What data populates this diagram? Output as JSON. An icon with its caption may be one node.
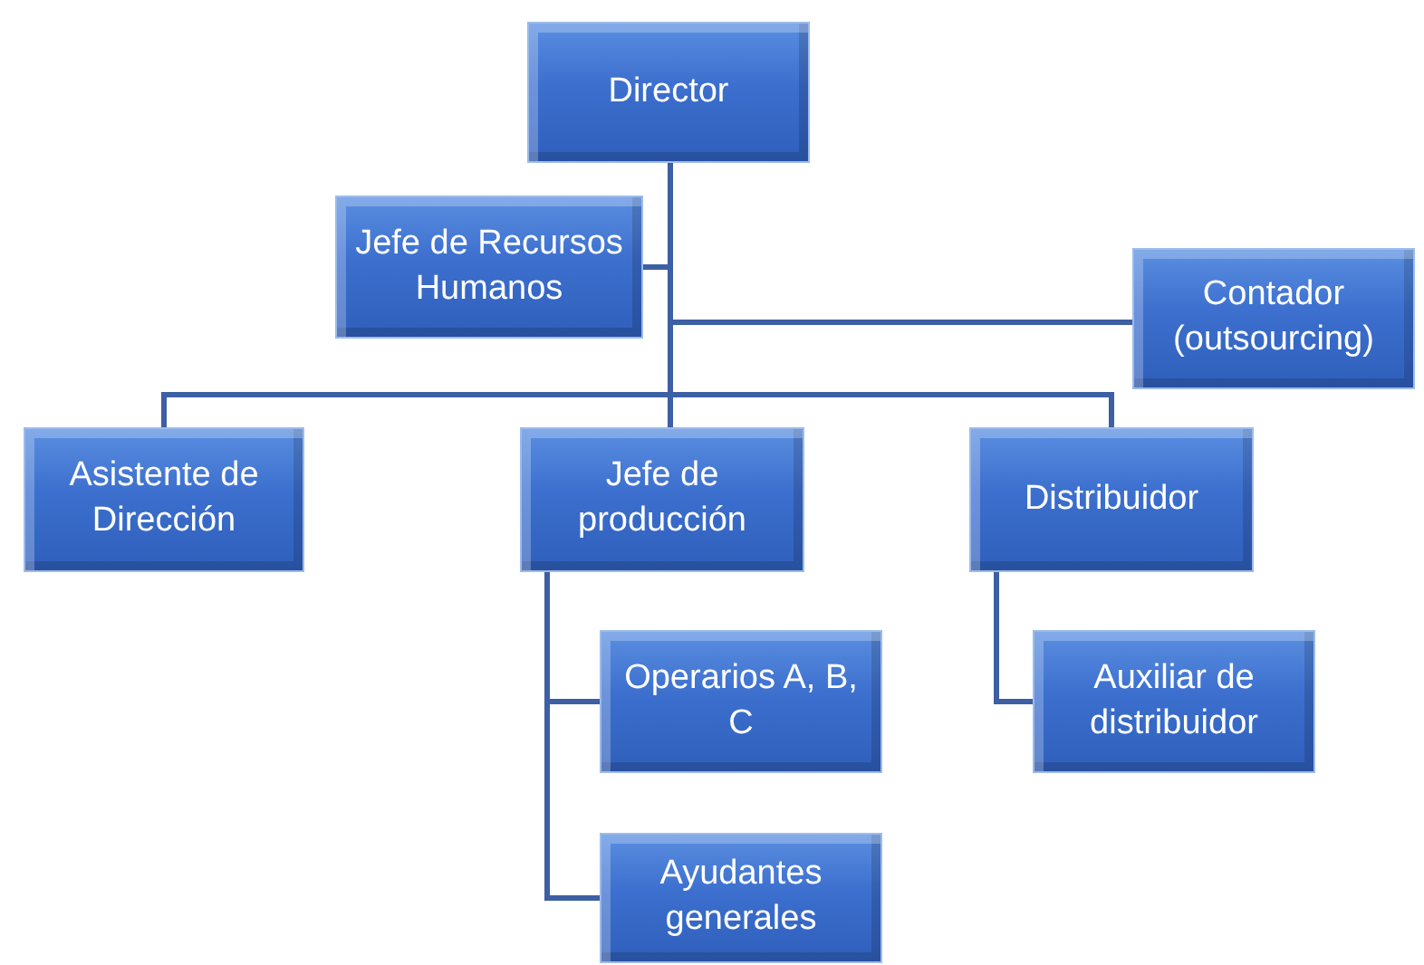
{
  "diagram": {
    "nodes": [
      {
        "text": [
          "Director"
        ]
      },
      {
        "text": [
          "Jefe de Recursos Humanos"
        ]
      },
      {
        "text": [
          "Contador (outsourcing)"
        ]
      },
      {
        "text": [
          "Asistente de Dirección"
        ]
      },
      {
        "text": [
          "Jefe de producción"
        ]
      },
      {
        "text": [
          "Distribuidor"
        ]
      },
      {
        "text": [
          "Operarios A, B, C"
        ]
      },
      {
        "text": [
          "Ayudantes generales"
        ]
      },
      {
        "text": [
          "Auxiliar de distribuidor"
        ]
      }
    ],
    "edges": [
      {
        "from": 0,
        "to": 1,
        "arrow": "none"
      },
      {
        "from": 0,
        "to": 2,
        "arrow": "none"
      },
      {
        "from": 0,
        "to": 3,
        "arrow": "none"
      },
      {
        "from": 0,
        "to": 4,
        "arrow": "none"
      },
      {
        "from": 0,
        "to": 5,
        "arrow": "none"
      },
      {
        "from": 4,
        "to": 6,
        "arrow": "none"
      },
      {
        "from": 4,
        "to": 7,
        "arrow": "none"
      },
      {
        "from": 5,
        "to": 8,
        "arrow": "none"
      }
    ]
  }
}
